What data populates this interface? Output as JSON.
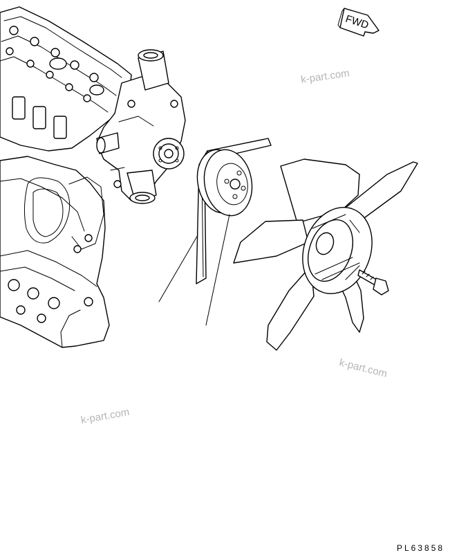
{
  "direction_badge": "FWD",
  "watermarks": [
    "k-part.com",
    "k-part.com",
    "k-part.com"
  ],
  "plate_number": "PL63858",
  "colors": {
    "ink": "#000000",
    "watermark": "#b5b5b5",
    "background": "#ffffff"
  }
}
